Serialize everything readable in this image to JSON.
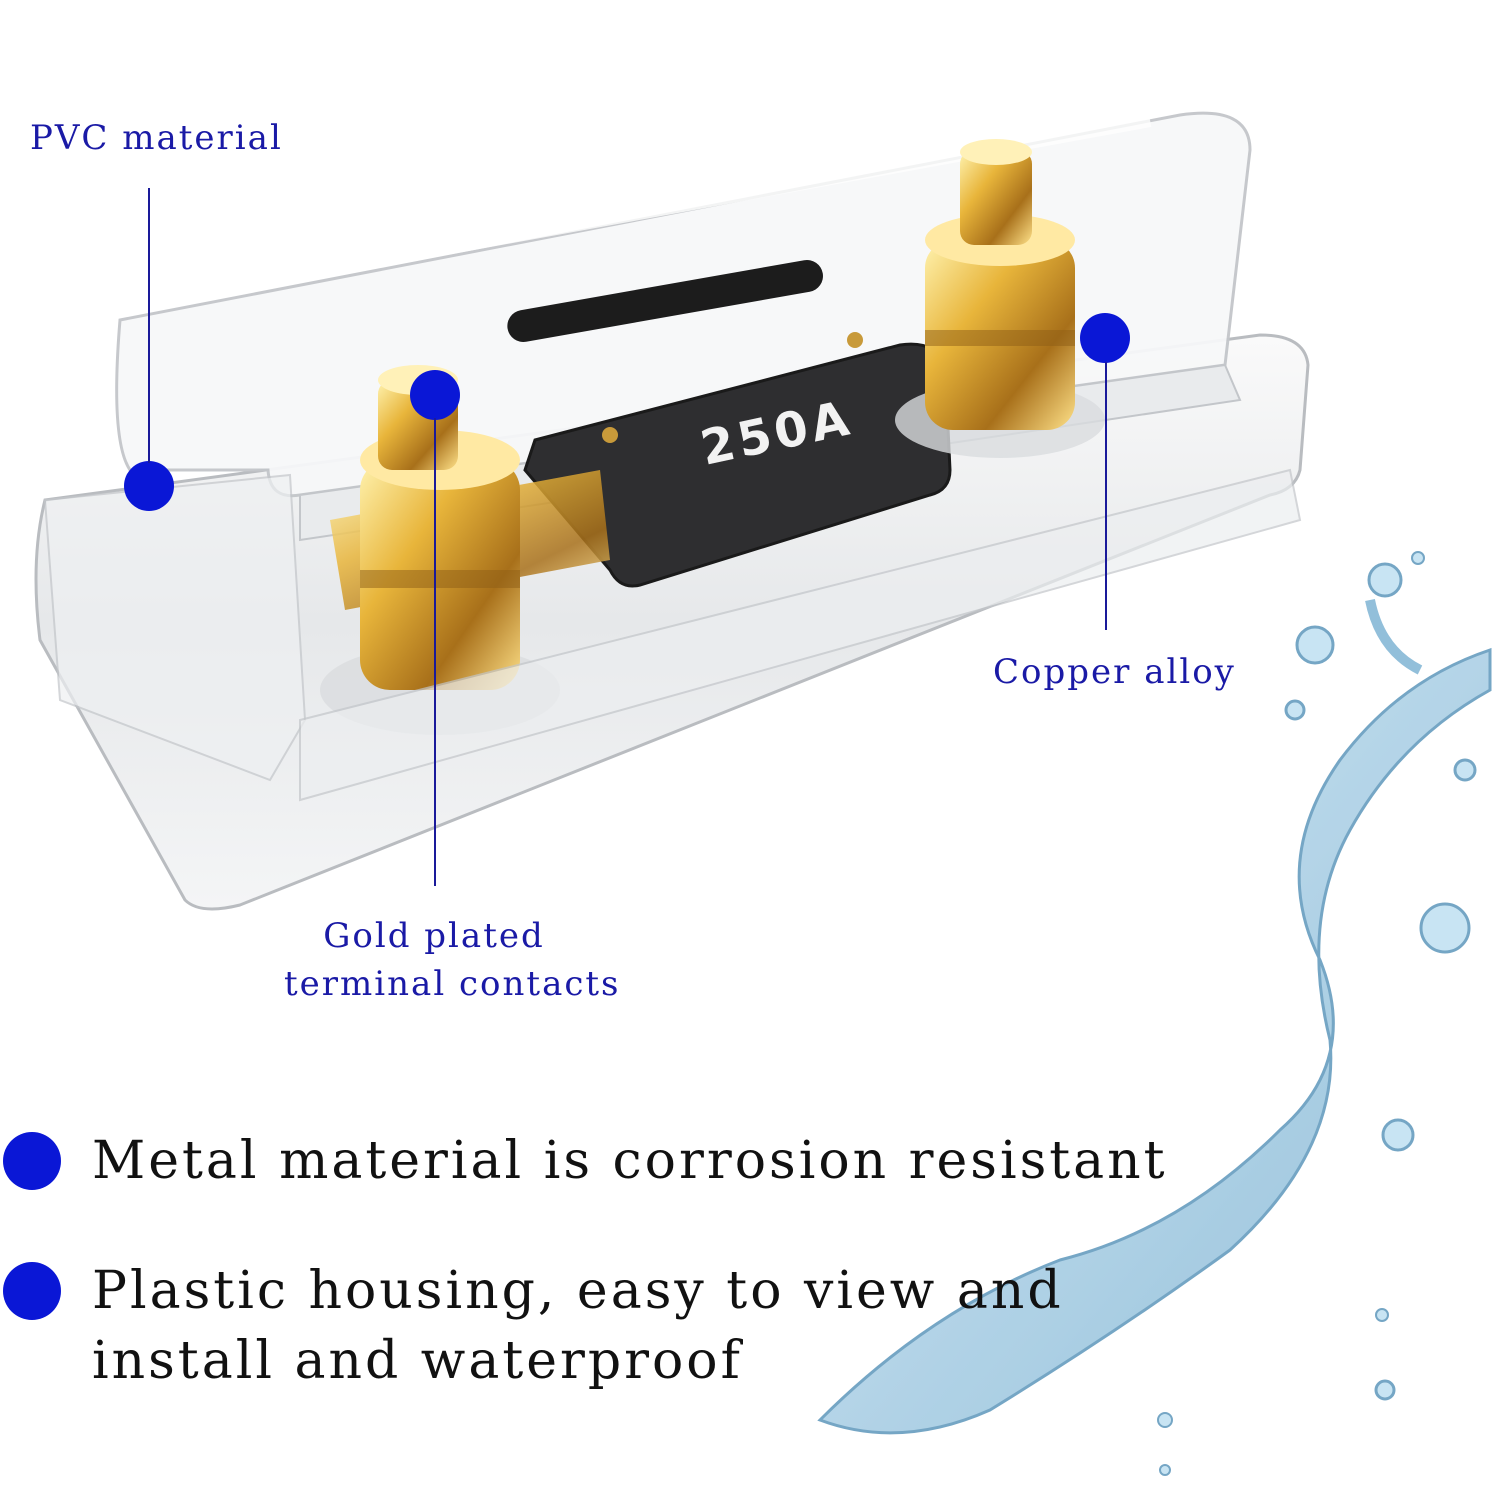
{
  "colors": {
    "accent_blue": "#0a17d6",
    "callout_text": "#1a1aa6",
    "line_blue": "#1a1a9a",
    "body_text": "#111111"
  },
  "product": {
    "fuse_rating": "250A"
  },
  "callouts": {
    "pvc": "PVC material",
    "copper": "Copper alloy",
    "gold_line1": "Gold plated",
    "gold_line2": "terminal contacts"
  },
  "features": [
    {
      "text": "Metal material is corrosion resistant"
    },
    {
      "text": "Plastic housing, easy to view and"
    },
    {
      "text": "install and waterproof"
    }
  ]
}
